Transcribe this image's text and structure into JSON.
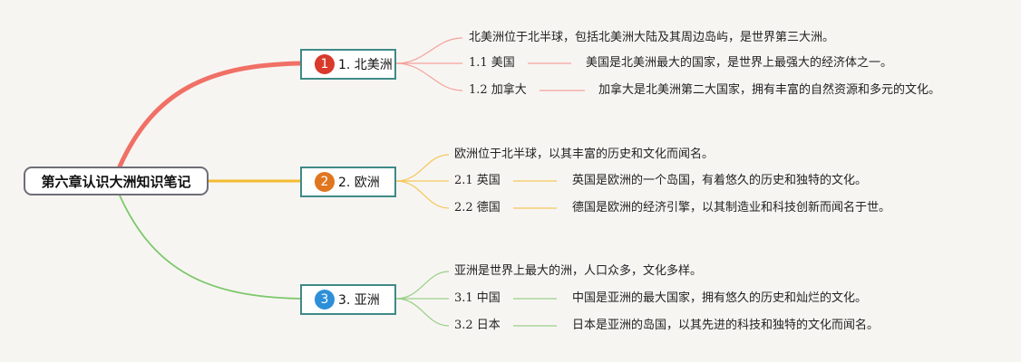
{
  "root": {
    "title": "第六章认识大洲知识笔记"
  },
  "branches": [
    {
      "badge": "1",
      "label": "1. 北美洲",
      "color": "#f07066",
      "badge_color": "#d83a2b",
      "summary": "北美洲位于北半球，包括北美洲大陆及其周边岛屿，是世界第三大洲。",
      "items": [
        {
          "label": "1.1 美国",
          "text": "美国是北美洲最大的国家，是世界上最强大的经济体之一。"
        },
        {
          "label": "1.2 加拿大",
          "text": "加拿大是北美洲第二大国家，拥有丰富的自然资源和多元的文化。"
        }
      ]
    },
    {
      "badge": "2",
      "label": "2. 欧洲",
      "color": "#f5bb30",
      "badge_color": "#e0761f",
      "summary": "欧洲位于北半球，以其丰富的历史和文化而闻名。",
      "items": [
        {
          "label": "2.1 英国",
          "text": "英国是欧洲的一个岛国，有着悠久的历史和独特的文化。"
        },
        {
          "label": "2.2 德国",
          "text": "德国是欧洲的经济引擎，以其制造业和科技创新而闻名于世。"
        }
      ]
    },
    {
      "badge": "3",
      "label": "3. 亚洲",
      "color": "#7cc86a",
      "badge_color": "#2d8fd8",
      "summary": "亚洲是世界上最大的洲，人口众多，文化多样。",
      "items": [
        {
          "label": "3.1 中国",
          "text": "中国是亚洲的最大国家，拥有悠久的历史和灿烂的文化。"
        },
        {
          "label": "3.2 日本",
          "text": "日本是亚洲的岛国，以其先进的科技和独特的文化而闻名。"
        }
      ]
    }
  ]
}
